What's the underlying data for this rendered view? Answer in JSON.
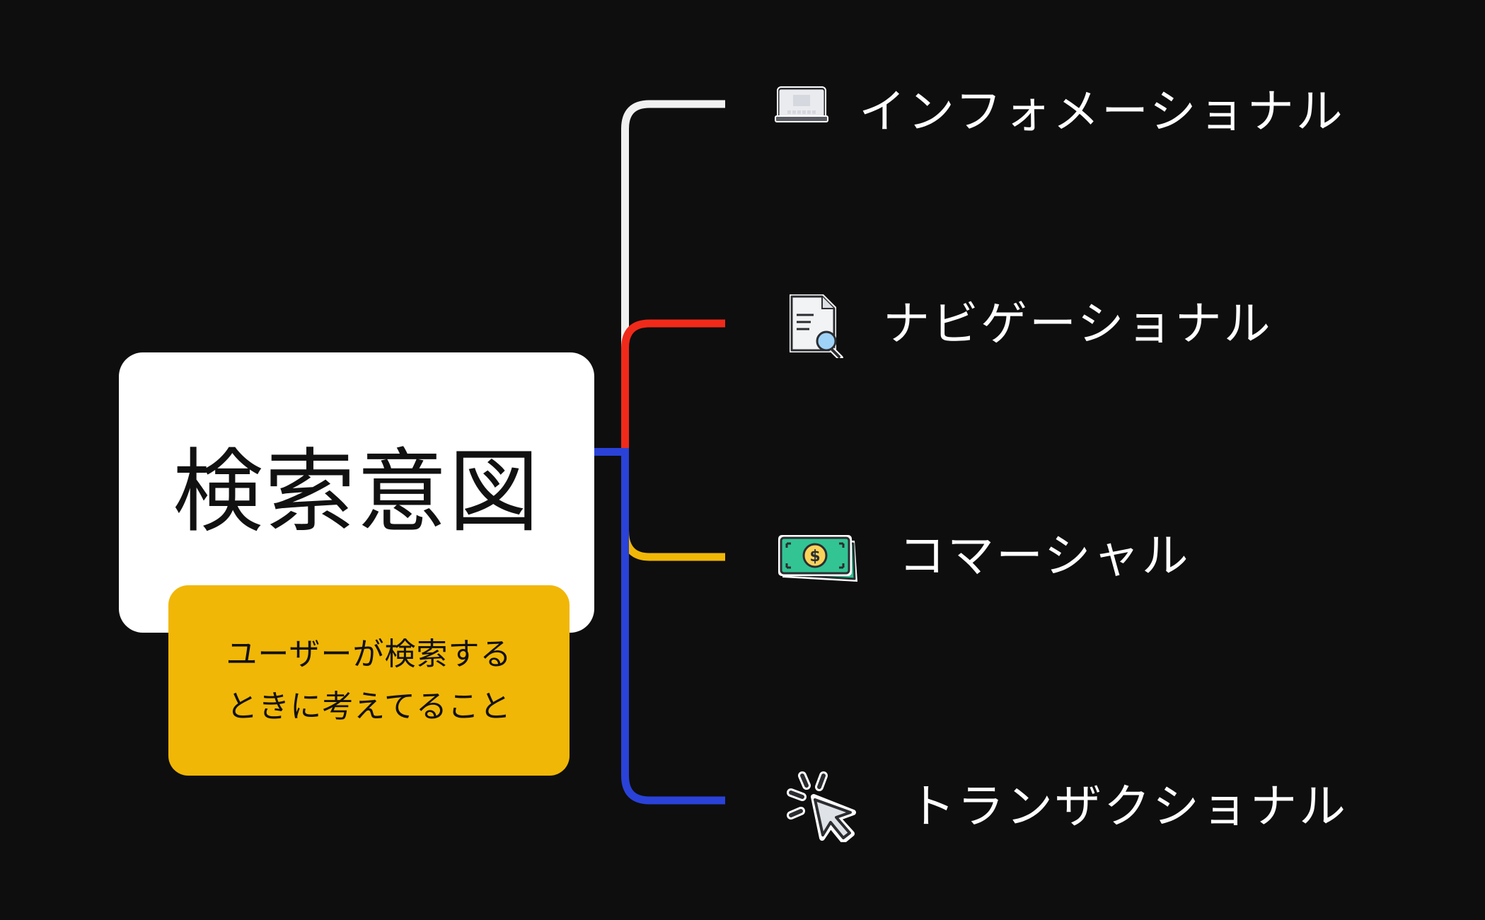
{
  "root": {
    "label": "検索意図"
  },
  "note": {
    "lines": [
      "ユーザーが検索する",
      "ときに考えてること"
    ]
  },
  "branches": [
    {
      "label": "インフォメーショナル",
      "icon": "laptop-icon",
      "color": "#f0f0f0"
    },
    {
      "label": "ナビゲーショナル",
      "icon": "document-search-icon",
      "color": "#f02a1a"
    },
    {
      "label": "コマーシャル",
      "icon": "money-icon",
      "color": "#f1b707"
    },
    {
      "label": "トランザクショナル",
      "icon": "cursor-click-icon",
      "color": "#2a42d8"
    }
  ],
  "colors": {
    "background": "#0e0e0e",
    "root_box": "#ffffff",
    "note_box": "#f1b707"
  }
}
